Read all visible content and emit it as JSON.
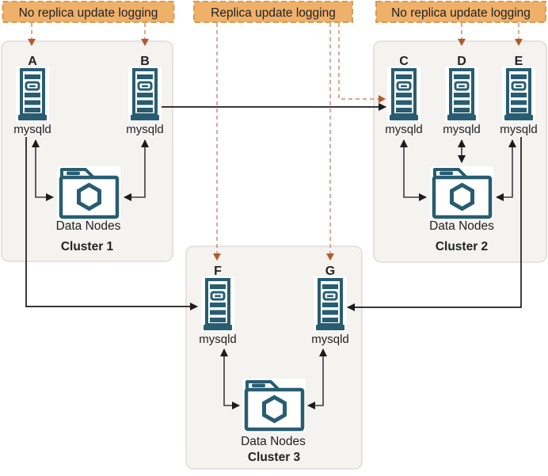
{
  "annotations": [
    {
      "text": "No replica update logging",
      "applies_to": [
        "A",
        "B"
      ]
    },
    {
      "text": "Replica update logging",
      "applies_to": [
        "C",
        "F",
        "G"
      ]
    },
    {
      "text": "No replica update logging",
      "applies_to": [
        "D",
        "E"
      ]
    }
  ],
  "clusters": [
    {
      "name": "Cluster 1",
      "data_nodes_label": "Data Nodes",
      "data_nodes_connection": "bidirectional",
      "sql_nodes": [
        {
          "letter": "A",
          "process": "mysqld"
        },
        {
          "letter": "B",
          "process": "mysqld"
        }
      ]
    },
    {
      "name": "Cluster 2",
      "data_nodes_label": "Data Nodes",
      "data_nodes_connection": "bidirectional",
      "sql_nodes": [
        {
          "letter": "C",
          "process": "mysqld"
        },
        {
          "letter": "D",
          "process": "mysqld"
        },
        {
          "letter": "E",
          "process": "mysqld"
        }
      ]
    },
    {
      "name": "Cluster 3",
      "data_nodes_label": "Data Nodes",
      "data_nodes_connection": "bidirectional",
      "sql_nodes": [
        {
          "letter": "F",
          "process": "mysqld"
        },
        {
          "letter": "G",
          "process": "mysqld"
        }
      ]
    }
  ],
  "replication_links": [
    {
      "source": "B",
      "target": "C"
    },
    {
      "source": "A",
      "target": "F"
    },
    {
      "source": "E",
      "target": "G"
    }
  ],
  "colors": {
    "annotation-fill": "#EFB06A",
    "annotation-border": "#DB9A4E",
    "annotation-dash": "#CF9E88",
    "annotation-arrow": "#B4592B",
    "cluster-fill": "#F4F3F0",
    "cluster-border": "#DEDCD7",
    "icon-teal": "#285D71",
    "line-black": "#1C1C1C",
    "line-gray": "#3C3C3C",
    "text-color": "#222222"
  }
}
